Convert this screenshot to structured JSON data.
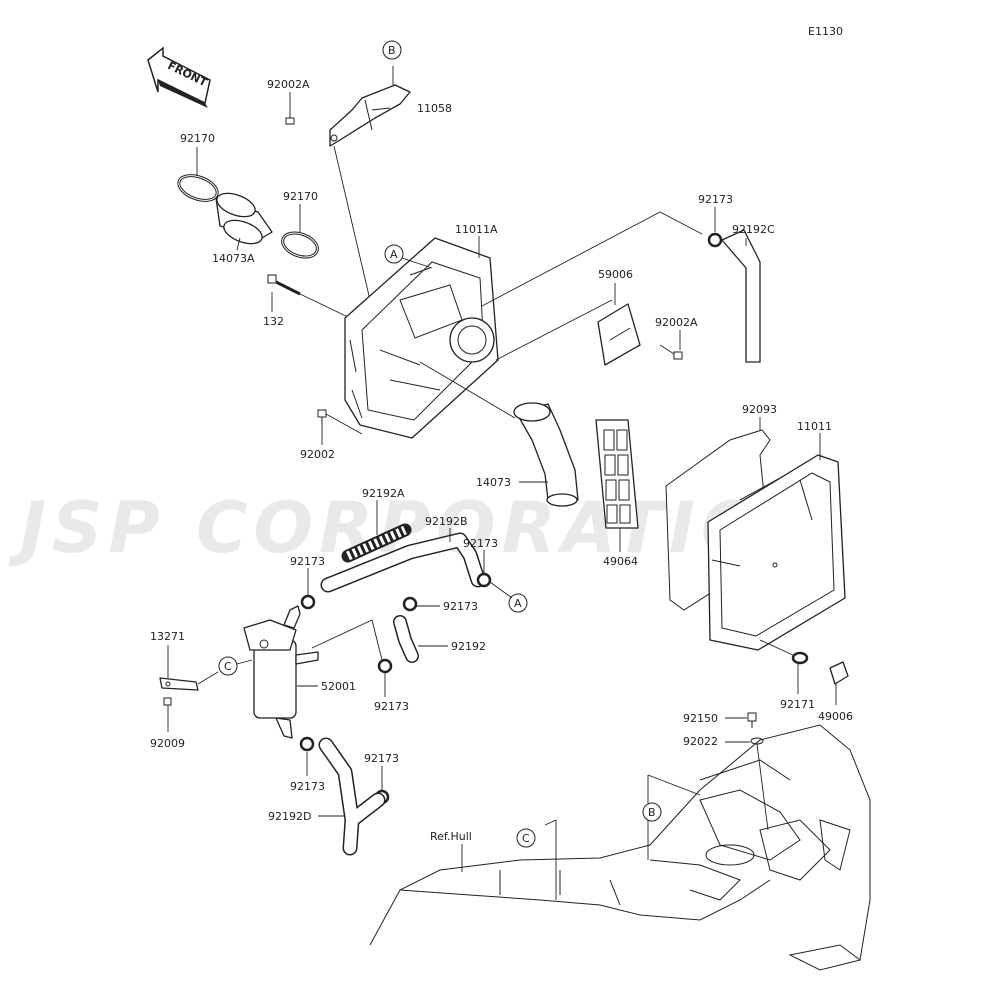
{
  "diagram_code": "E1130",
  "front_arrow_text": "FRONT",
  "watermark": "JSP CORPORATION",
  "callout_letters": {
    "a": "A",
    "b": "B",
    "c": "C"
  },
  "labels": {
    "p92002A_top": "92002A",
    "p11058": "11058",
    "p92170_a": "92170",
    "p92170_b": "92170",
    "p14073A": "14073A",
    "p132": "132",
    "p11011A": "11011A",
    "p92173_top": "92173",
    "p92192C": "92192C",
    "p59006": "59006",
    "p92002A_mid": "92002A",
    "p92002": "92002",
    "p14073": "14073",
    "p49064": "49064",
    "p92093": "92093",
    "p11011": "11011",
    "p92192A": "92192A",
    "p92192B": "92192B",
    "p92173_l1": "92173",
    "p92173_r1": "92173",
    "p92173_c": "92173",
    "p92192": "92192",
    "p13271": "13271",
    "p52001": "52001",
    "p92173_m": "92173",
    "p92009": "92009",
    "p92173_b1": "92173",
    "p92173_b2": "92173",
    "p92192D": "92192D",
    "p92171": "92171",
    "p49006": "49006",
    "p92150": "92150",
    "p92022": "92022",
    "ref_hull": "Ref.Hull"
  }
}
